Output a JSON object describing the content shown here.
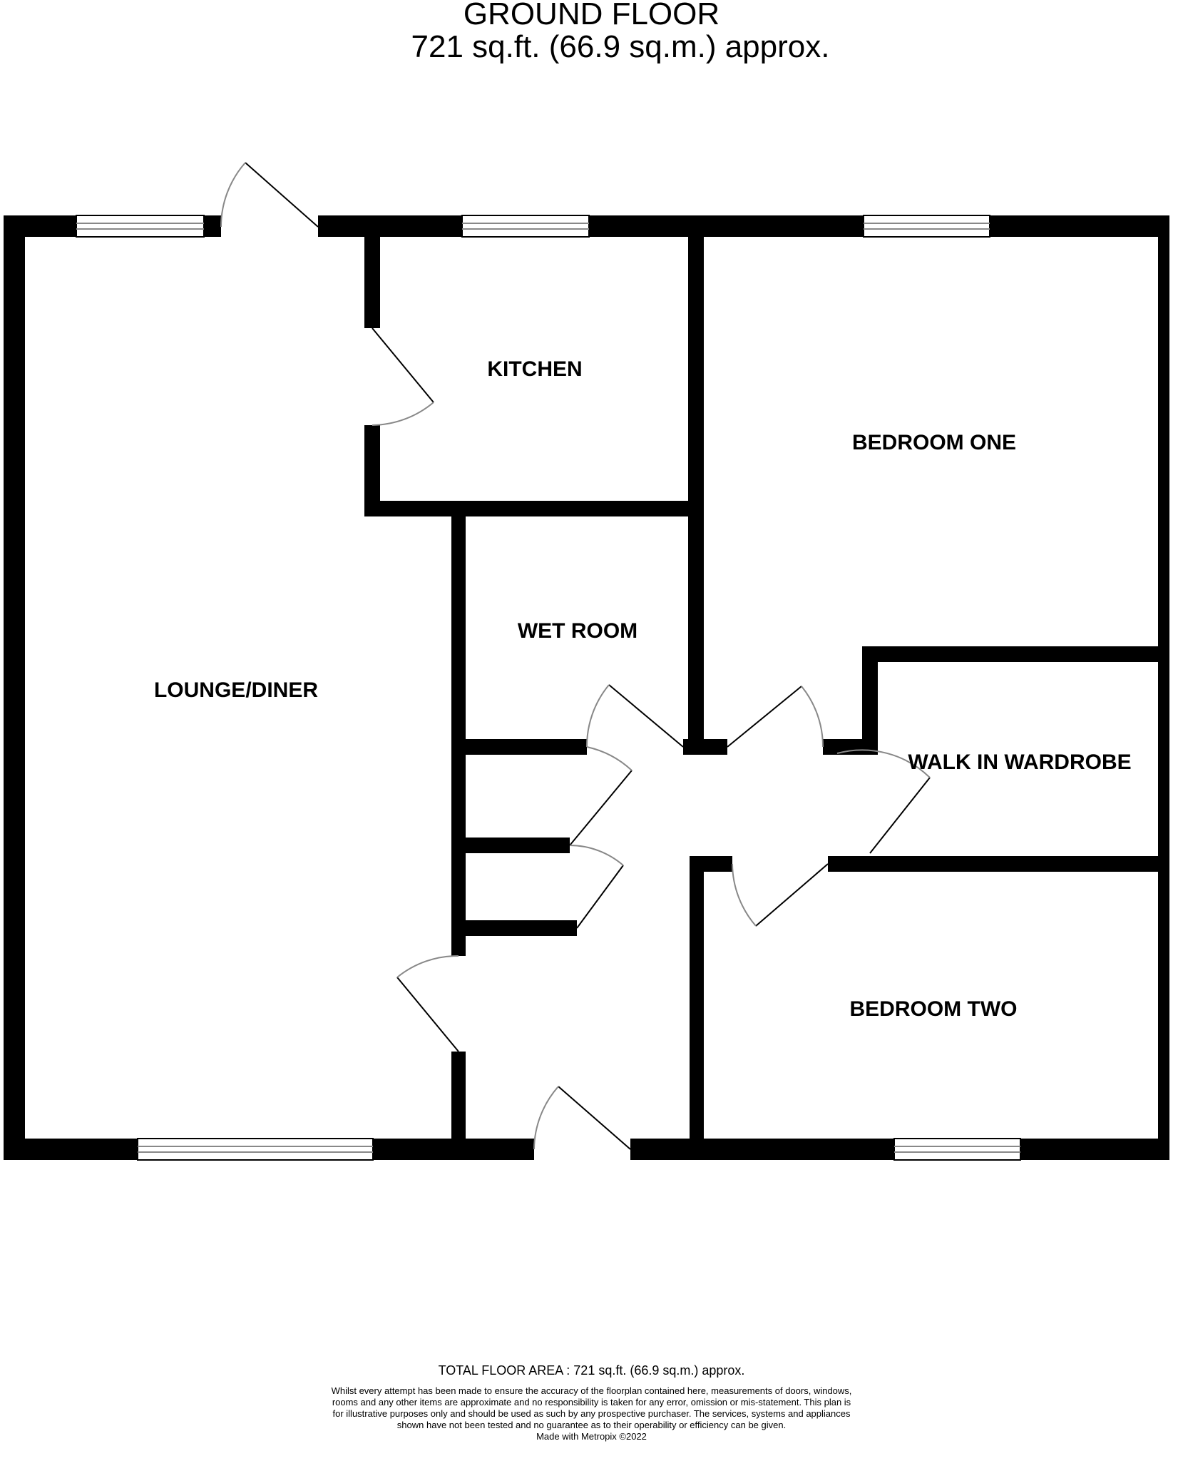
{
  "header": {
    "floor_name": "GROUND FLOOR",
    "floor_area": "721 sq.ft. (66.9 sq.m.) approx."
  },
  "rooms": {
    "kitchen": "KITCHEN",
    "bedroom_one": "BEDROOM ONE",
    "wet_room": "WET ROOM",
    "lounge_diner": "LOUNGE/DINER",
    "walk_in_wardrobe": "WALK IN WARDROBE",
    "bedroom_two": "BEDROOM TWO"
  },
  "footer": {
    "total_area": "TOTAL FLOOR AREA : 721 sq.ft. (66.9 sq.m.) approx.",
    "disclaimer": "Whilst every attempt has been made to ensure the accuracy of the floorplan contained here, measurements of doors, windows, rooms and any other items are approximate and no responsibility is taken for any error, omission or mis-statement. This plan is for illustrative purposes only and should be used as such by any prospective purchaser. The services, systems and appliances shown have not been tested and no guarantee as to their operability or efficiency can be given.",
    "credit": "Made with Metropix ©2022"
  },
  "colors": {
    "wall": "#000000",
    "background": "#ffffff",
    "window_line": "#888888"
  }
}
